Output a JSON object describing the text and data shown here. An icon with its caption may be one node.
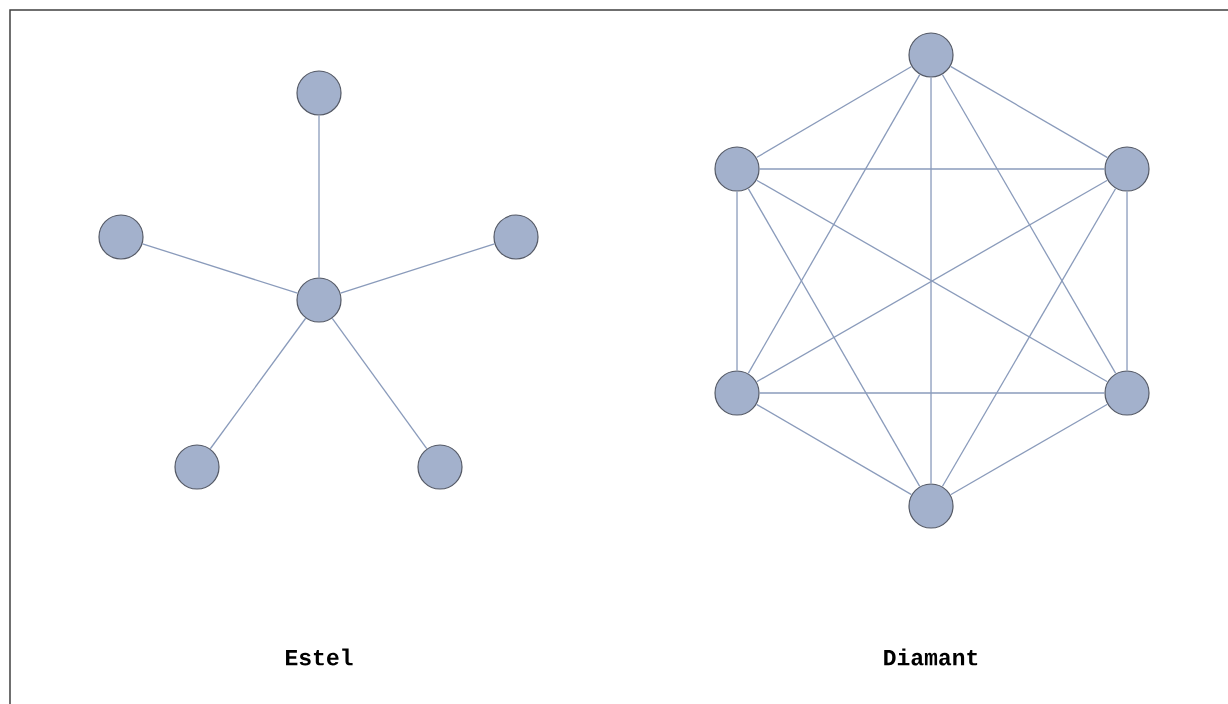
{
  "diagram": {
    "nodes": [
      {
        "text": [],
        "shape": "circle"
      },
      {
        "text": [],
        "shape": "circle"
      },
      {
        "text": [],
        "shape": "circle"
      },
      {
        "text": [],
        "shape": "circle"
      },
      {
        "text": [],
        "shape": "circle"
      },
      {
        "text": [],
        "shape": "circle"
      },
      {
        "text": [],
        "shape": "circle"
      },
      {
        "text": [],
        "shape": "circle"
      },
      {
        "text": [],
        "shape": "circle"
      },
      {
        "text": [],
        "shape": "circle"
      },
      {
        "text": [],
        "shape": "circle"
      },
      {
        "text": [],
        "shape": "circle"
      }
    ],
    "edges": [
      {
        "from": 0,
        "to": 3,
        "arrow": "none"
      },
      {
        "from": 1,
        "to": 3,
        "arrow": "none"
      },
      {
        "from": 2,
        "to": 3,
        "arrow": "none"
      },
      {
        "from": 3,
        "to": 4,
        "arrow": "none"
      },
      {
        "from": 3,
        "to": 5,
        "arrow": "none"
      },
      {
        "from": 6,
        "to": 7,
        "arrow": "none"
      },
      {
        "from": 6,
        "to": 8,
        "arrow": "none"
      },
      {
        "from": 6,
        "to": 9,
        "arrow": "none"
      },
      {
        "from": 6,
        "to": 10,
        "arrow": "none"
      },
      {
        "from": 6,
        "to": 11,
        "arrow": "none"
      },
      {
        "from": 7,
        "to": 8,
        "arrow": "none"
      },
      {
        "from": 7,
        "to": 9,
        "arrow": "none"
      },
      {
        "from": 7,
        "to": 10,
        "arrow": "none"
      },
      {
        "from": 7,
        "to": 11,
        "arrow": "none"
      },
      {
        "from": 8,
        "to": 9,
        "arrow": "none"
      },
      {
        "from": 8,
        "to": 10,
        "arrow": "none"
      },
      {
        "from": 8,
        "to": 11,
        "arrow": "none"
      },
      {
        "from": 9,
        "to": 10,
        "arrow": "none"
      },
      {
        "from": 9,
        "to": 11,
        "arrow": "none"
      },
      {
        "from": 10,
        "to": 11,
        "arrow": "none"
      }
    ],
    "labels": [
      "Estel",
      "Diamant"
    ]
  }
}
